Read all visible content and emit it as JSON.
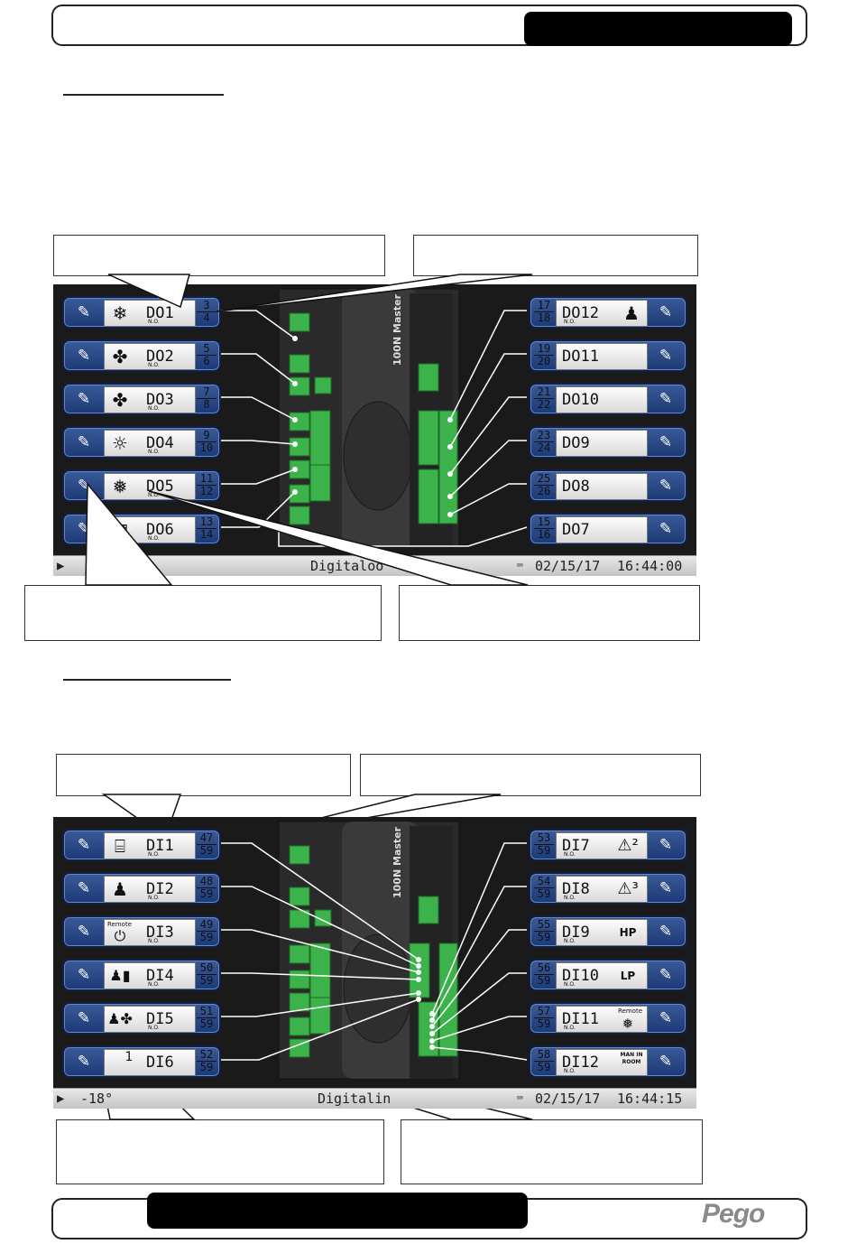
{
  "header": {
    "title": ""
  },
  "footer": {
    "text": "",
    "logo": "Pego"
  },
  "outputs_screen": {
    "status": {
      "left": "",
      "center": "Digitaloo",
      "date": "02/15/17",
      "time": "16:44:00"
    },
    "module_label": "100N Master",
    "left_items": [
      {
        "name": "DO1",
        "pins": [
          "3",
          "4"
        ],
        "no": "N.O.",
        "icon": "snowflake-icon",
        "glyph": "❄"
      },
      {
        "name": "DO2",
        "pins": [
          "5",
          "6"
        ],
        "no": "N.O.",
        "icon": "fan-high-icon",
        "glyph": "✤"
      },
      {
        "name": "DO3",
        "pins": [
          "7",
          "8"
        ],
        "no": "N.O.",
        "icon": "fan-low-icon",
        "glyph": "✤"
      },
      {
        "name": "DO4",
        "pins": [
          "9",
          "10"
        ],
        "no": "N.O.",
        "icon": "light-icon",
        "glyph": "☼"
      },
      {
        "name": "DO5",
        "pins": [
          "11",
          "12"
        ],
        "no": "N.O.",
        "icon": "defrost-icon",
        "glyph": "❅"
      },
      {
        "name": "DO6",
        "pins": [
          "13",
          "14"
        ],
        "no": "N.O.",
        "icon": "heater-icon",
        "glyph": "▦"
      }
    ],
    "right_items": [
      {
        "name": "DO12",
        "pins": [
          "17",
          "18"
        ],
        "no": "N.O.",
        "icon": "alarm-bell-icon",
        "glyph": "♟"
      },
      {
        "name": "DO11",
        "pins": [
          "19",
          "20"
        ],
        "no": "",
        "icon": "",
        "glyph": ""
      },
      {
        "name": "DO10",
        "pins": [
          "21",
          "22"
        ],
        "no": "",
        "icon": "",
        "glyph": ""
      },
      {
        "name": "DO9",
        "pins": [
          "23",
          "24"
        ],
        "no": "",
        "icon": "",
        "glyph": ""
      },
      {
        "name": "DO8",
        "pins": [
          "25",
          "26"
        ],
        "no": "",
        "icon": "",
        "glyph": ""
      },
      {
        "name": "DO7",
        "pins": [
          "15",
          "16"
        ],
        "no": "",
        "icon": "",
        "glyph": ""
      }
    ]
  },
  "inputs_screen": {
    "status": {
      "left": "-18°",
      "center": "Digitalin",
      "date": "02/15/17",
      "time": "16:44:15"
    },
    "module_label": "100N Master",
    "left_items": [
      {
        "name": "DI1",
        "pins": [
          "47",
          "59"
        ],
        "no": "N.O.",
        "icon": "door-icon",
        "glyph": "⌸",
        "sub": ""
      },
      {
        "name": "DI2",
        "pins": [
          "48",
          "59"
        ],
        "no": "N.O.",
        "icon": "man-alarm-icon",
        "glyph": "♟",
        "sub": ""
      },
      {
        "name": "DI3",
        "pins": [
          "49",
          "59"
        ],
        "no": "N.O.",
        "icon": "remote-icon",
        "glyph": "⏻",
        "sub": "Remote"
      },
      {
        "name": "DI4",
        "pins": [
          "50",
          "59"
        ],
        "no": "N.O.",
        "icon": "alarm-compressor-icon",
        "glyph": "♟▮",
        "sub": ""
      },
      {
        "name": "DI5",
        "pins": [
          "51",
          "59"
        ],
        "no": "N.O.",
        "icon": "alarm-fan-icon",
        "glyph": "♟✤",
        "sub": ""
      },
      {
        "name": "DI6",
        "pins": [
          "52",
          "59"
        ],
        "no": "",
        "icon": "",
        "glyph": "1",
        "sub": ""
      }
    ],
    "right_items": [
      {
        "name": "DI7",
        "pins": [
          "53",
          "59"
        ],
        "no": "N.O.",
        "icon": "warning-2-icon",
        "glyph": "⚠²",
        "sub": ""
      },
      {
        "name": "DI8",
        "pins": [
          "54",
          "59"
        ],
        "no": "N.O.",
        "icon": "warning-3-icon",
        "glyph": "⚠³",
        "sub": ""
      },
      {
        "name": "DI9",
        "pins": [
          "55",
          "59"
        ],
        "no": "N.O.",
        "icon": "high-pressure-icon",
        "glyph": "HP",
        "sub": ""
      },
      {
        "name": "DI10",
        "pins": [
          "56",
          "59"
        ],
        "no": "N.O.",
        "icon": "low-pressure-icon",
        "glyph": "LP",
        "sub": ""
      },
      {
        "name": "DI11",
        "pins": [
          "57",
          "59"
        ],
        "no": "N.O.",
        "icon": "remote-defrost-icon",
        "glyph": "❅",
        "sub": "Remote"
      },
      {
        "name": "DI12",
        "pins": [
          "58",
          "59"
        ],
        "no": "N.O.",
        "icon": "man-in-room-icon",
        "glyph": "",
        "sub": "MAN IN ROOM"
      }
    ]
  }
}
